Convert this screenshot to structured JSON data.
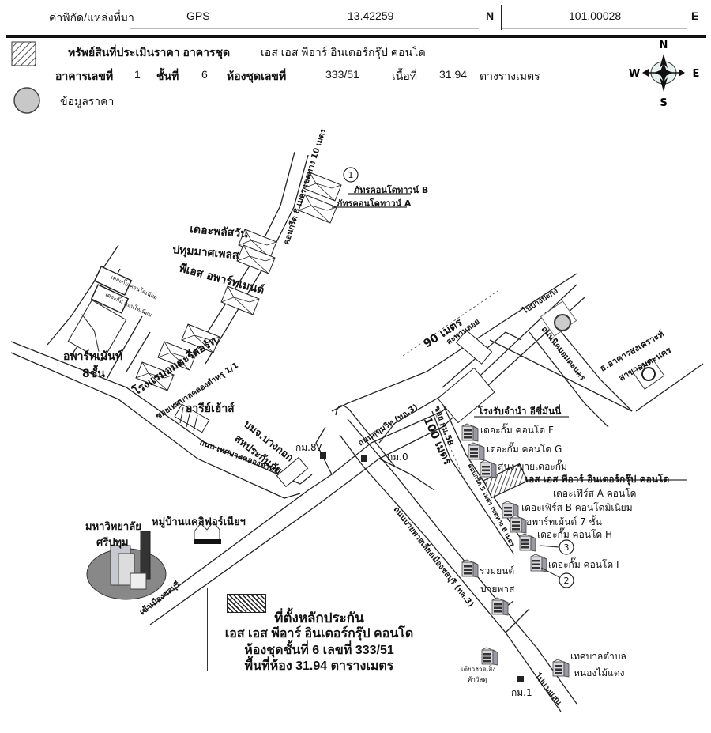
{
  "header": {
    "coord_label": "ค่าพิกัด/แหล่งที่มา",
    "source": "GPS",
    "latitude": "13.42259",
    "lat_dir": "N",
    "longitude": "101.00028",
    "lon_dir": "E"
  },
  "legend": {
    "subject_label": "ทรัพย์สินที่ประเมินราคา อาคารชุด",
    "subject_name": "เอส เอส พีอาร์ อินเตอร์กรุ๊ป คอนโด",
    "building_label": "อาคารเลขที่",
    "building_no": "1",
    "floor_label": "ชั้นที่",
    "floor_no": "6",
    "unit_label": "ห้องชุดเลขที่",
    "unit_no": "333/51",
    "area_label": "เนื้อที่",
    "area_value": "31.94",
    "area_unit": "ตางรางเมตร",
    "price_data_label": "ข้อมูลราคา"
  },
  "compass": {
    "n": "N",
    "s": "S",
    "e": "E",
    "w": "W"
  },
  "map": {
    "places": {
      "phatara_b": "ภัทรคอนโดทาวน์ B",
      "phatara_a": "ภัทรคอนโดทาวน์ A",
      "plus_one": "เดอะพลัสวัน",
      "pathum": "ปทุมมาศเพลส",
      "ps_apt": "พีเอส อพาร์ทเมนต์",
      "thekum_cm1": "เดอะกั๊ม คอนโดเนียม",
      "thekum_cm2": "เดอะกั๊ม คอนโดเนียม",
      "apt8": "อพาร์ทเม้นท์",
      "apt8_floors": "8ชั้น",
      "hotel": "โรงแรมอมตะรีสอร์ท",
      "aree": "อารีย์เฮ้าส์",
      "bmj": "บมจ.บางกอก",
      "bmj2": "สหประกันภัย",
      "village": "หมู่บ้านแคลิฟอร์เนียฯ",
      "univ": "มหาวิทยาลัย",
      "univ2": "ศรีปทุม",
      "pawn": "โรงรับจำนำ อีซี่มันนี่",
      "bank": "ธ.อาคารสงเคราะห์",
      "bank2": "สาขาอมตะนคร",
      "thekum_f": "เดอะกั๊ม คอนโด F",
      "thekum_g": "เดอะกั๊ม คอนโด G",
      "sales_office": "สนง.ขายเดอะกั๊ม",
      "subject": "เอส เอส พีอาร์ อินเตอร์กรุ๊ป คอนโด",
      "first_a": "เดอะเฟิร์ส A คอนโด",
      "first_b": "เดอะเฟิร์ส B คอนโดมิเนียม",
      "apt7": "อพาร์ทเม้นต์ 7 ชั้น",
      "thekum_h": "เดอะกั๊ม คอนโด H",
      "thekum_i": "เดอะกั๊ม คอนโด I",
      "ruamyon": "รวมยนต์",
      "bypass": "บายพาส",
      "hardware": "เตียวฮวดเส็ง",
      "hardware2": "ค้าวัสดุ",
      "municipal": "เทศบาลตำบล",
      "municipal2": "หนองไม้แดง"
    },
    "roads": {
      "concrete_8m": "คอนกรีต 8 เมตร เขตทาง 10 เมตร",
      "soi_tessaban": "ซอยเทศบาลคลองตำหรุ 1/1",
      "tessaban_rd": "ถนน เทศบาลคลองตำหรุ",
      "sukhumvit": "ถนนสุขุมวิท (ทล.3)",
      "bypass_rd": "ถนนบายพาสเลี่ยงเมืองชลบุรี (ทล.3)",
      "nikhom": "ถนนนิคมอมตะนคร",
      "soi_km58": "ซอย กม.58",
      "concrete_5m": "คอนกรีต 5 เมตร เขตทาง 6 เมตร",
      "to_bangpakong": "ไปบางปะกง",
      "to_chonburi": "เข้าเมืองชลบุรี",
      "to_bangsaen": "ไปบางแสน",
      "footbridge": "สะพานลอย"
    },
    "markers": {
      "km87": "กม.87",
      "km0": "กม.0",
      "km1": "กม.1",
      "dist_90": "90 เมตร",
      "dist_100": "100 เมตร",
      "ref1": "1",
      "ref2": "2",
      "ref3": "3"
    }
  },
  "infobox": {
    "line1": "ที่ตั้งหลักประกัน",
    "line2": "เอส เอส พีอาร์ อินเตอร์กรุ๊ป คอนโด",
    "line3": "ห้องชุดชั้นที่ 6 เลขที่ 333/51",
    "line4": "พื้นที่ห้อง 31.94 ตารางเมตร"
  }
}
